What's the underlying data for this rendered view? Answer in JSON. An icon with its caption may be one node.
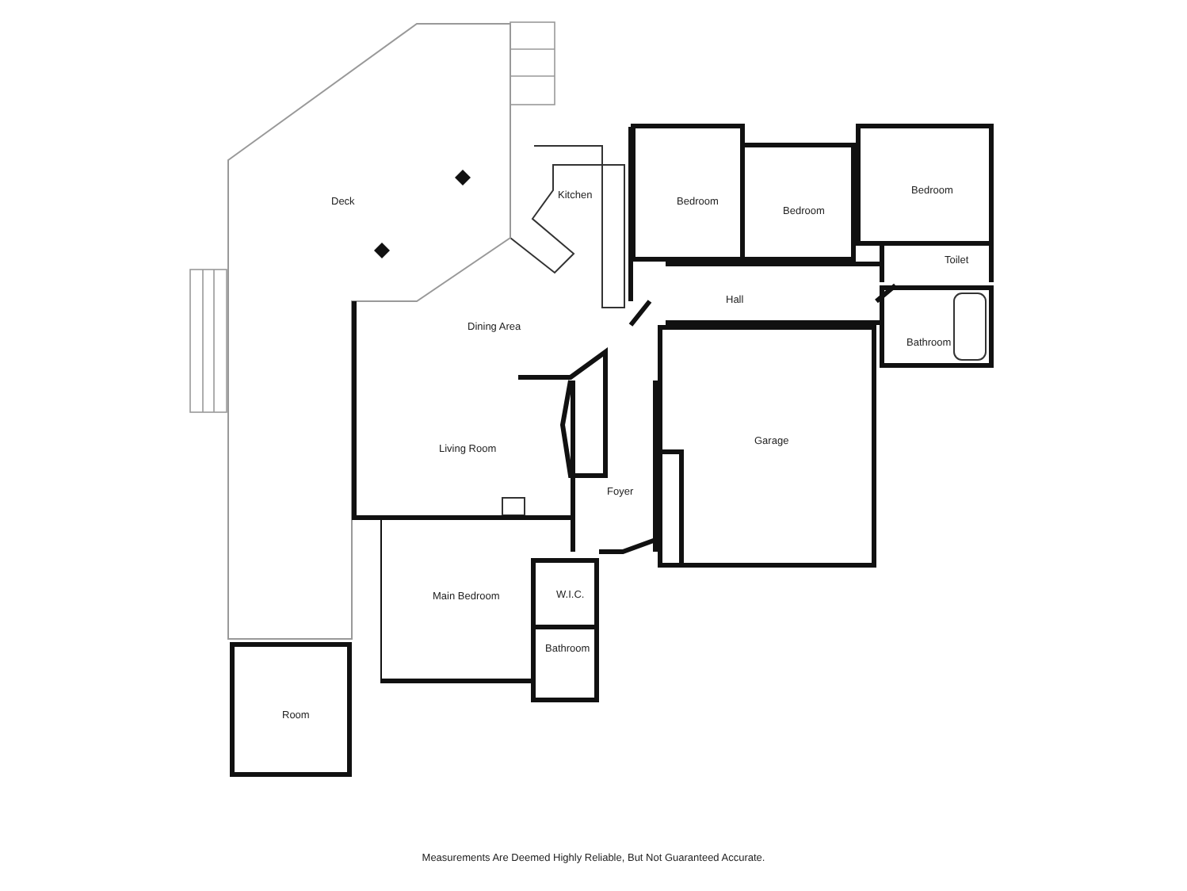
{
  "diagram": {
    "nodes": [
      {
        "text": [
          "Deck"
        ]
      },
      {
        "text": [
          "Kitchen"
        ]
      },
      {
        "text": [
          "Bedroom"
        ]
      },
      {
        "text": [
          "Bedroom"
        ]
      },
      {
        "text": [
          "Bedroom"
        ]
      },
      {
        "text": [
          "Toilet"
        ]
      },
      {
        "text": [
          "Hall"
        ]
      },
      {
        "text": [
          "Bathroom"
        ]
      },
      {
        "text": [
          "Dining Area"
        ]
      },
      {
        "text": [
          "Garage"
        ]
      },
      {
        "text": [
          "Living Room"
        ]
      },
      {
        "text": [
          "Foyer"
        ]
      },
      {
        "text": [
          "W.I.C."
        ]
      },
      {
        "text": [
          "Main Bedroom"
        ]
      },
      {
        "text": [
          "Bathroom"
        ]
      },
      {
        "text": [
          "Room"
        ]
      }
    ],
    "caption": "Measurements Are Deemed Highly Reliable, But Not Guaranteed Accurate."
  }
}
